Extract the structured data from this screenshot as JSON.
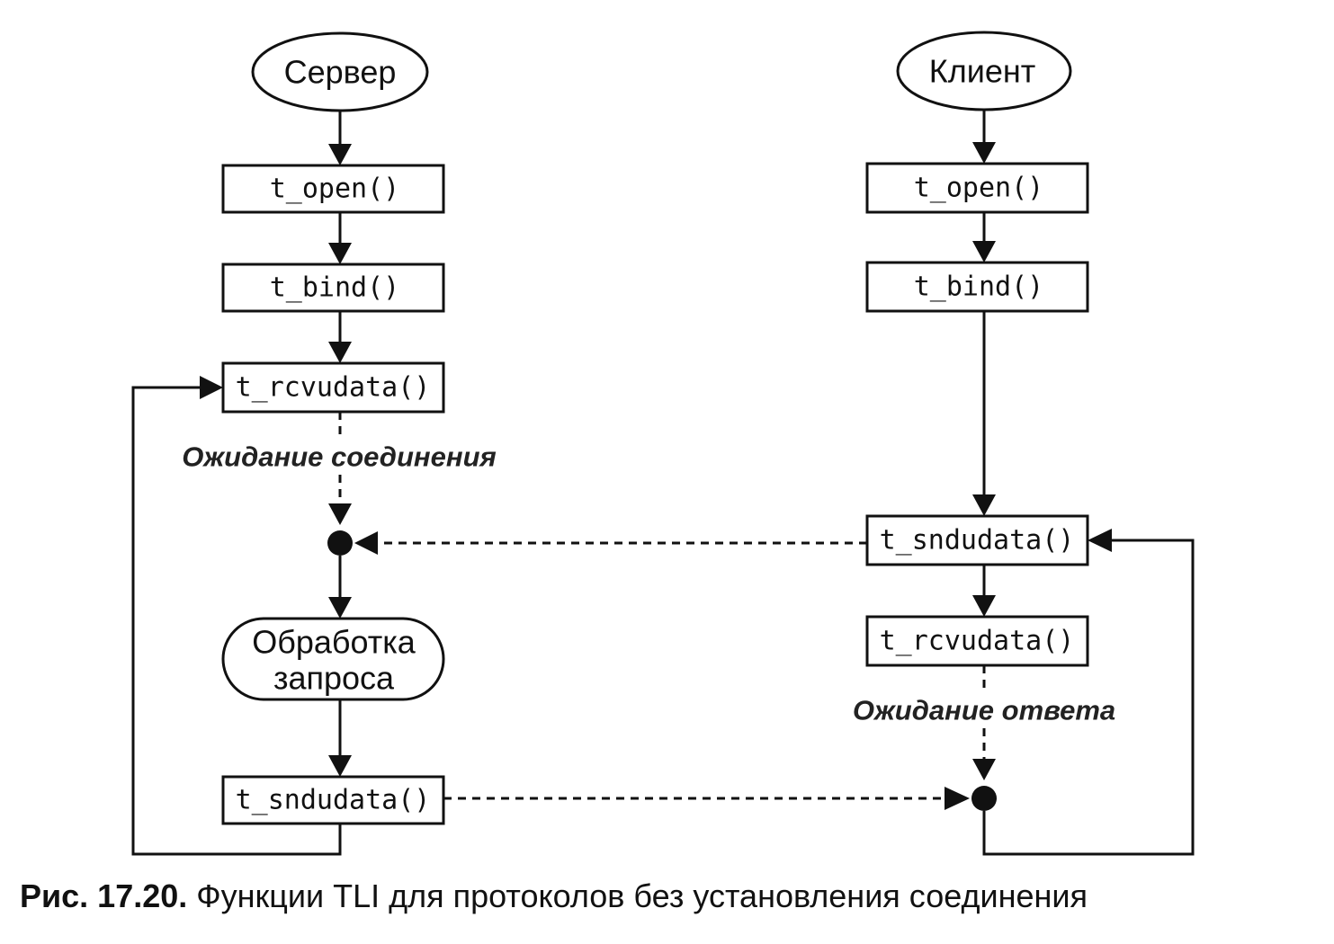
{
  "server": {
    "start": "Сервер",
    "open": "t_open()",
    "bind": "t_bind()",
    "rcv": "t_rcvudata()",
    "wait": "Ожидание соединения",
    "process_line1": "Обработка",
    "process_line2": "запроса",
    "snd": "t_sndudata()"
  },
  "client": {
    "start": "Клиент",
    "open": "t_open()",
    "bind": "t_bind()",
    "snd": "t_sndudata()",
    "rcv": "t_rcvudata()",
    "wait": "Ожидание ответа"
  },
  "caption": {
    "label": "Рис. 17.20.",
    "text": " Функции TLI для протоколов без установления соединения"
  }
}
